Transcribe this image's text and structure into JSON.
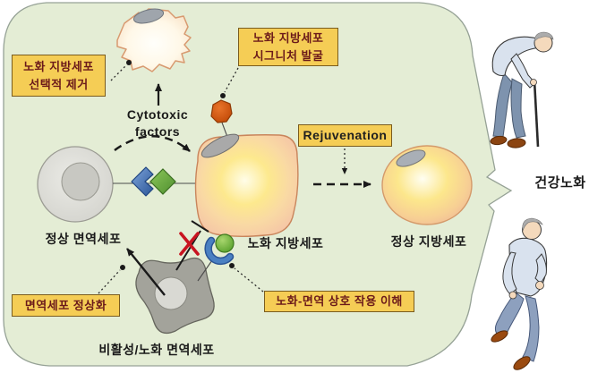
{
  "boxes": {
    "selective_removal": "노화 지방세포\n선택적 제거",
    "signature_discovery": "노화 지방세포\n시그니처 발굴",
    "rejuvenation": "Rejuvenation",
    "immune_normalization": "면역세포 정상화",
    "interaction_understanding": "노화-면역 상호 작용 이해"
  },
  "labels": {
    "cytotoxic_factors": "Cytotoxic factors",
    "normal_immune_cell": "정상 면역세포",
    "senescent_adipocyte": "노화 지방세포",
    "normal_adipocyte": "정상 지방세포",
    "inactive_senescent_immune_cell": "비활성/노화 면역세포",
    "healthy_aging": "건강노화"
  },
  "icons": {
    "dying_adipocyte": "fragmenting-dying-cell-icon",
    "cytokine_molecule": "orange-secreted-factor-icon",
    "ligand_receptor_pair": "blue-chevron-green-diamond-icon",
    "ball_receptor": "green-ball-blue-crescent-icon",
    "blocked_interaction": "red-x-inhibition-icon",
    "hunched_elderly_man": "elderly-man-with-cane-icon",
    "walking_elderly_man": "elderly-man-walking-icon"
  },
  "colors": {
    "panel_green": "#E4EDD5",
    "panel_border": "#96A296",
    "box_gold": "#F5CD55",
    "box_border": "#7A5C1E",
    "box_text_red": "#6B1A1A",
    "adipocyte_peach": "#F5C6A6",
    "adipocyte_glow": "#FFFDE8",
    "nucleus_gray": "#A9A9A9",
    "immune_cell_gray": "#DFDFDA",
    "senescent_immune_gray": "#A3A39B",
    "orange_molecule": "#D4590F",
    "ligand_green": "#6CB33F",
    "receptor_blue": "#3E74BC",
    "diamond_green": "#71B344",
    "inhibition_red": "#C81420",
    "skin": "#F4D9BC",
    "shirt_blue": "#D9E2EE",
    "pants_blue": "#7E93AE",
    "jeans_blue": "#8DA0BE",
    "shoe_brown": "#8B4411",
    "hair_gray": "#ACACAC"
  }
}
